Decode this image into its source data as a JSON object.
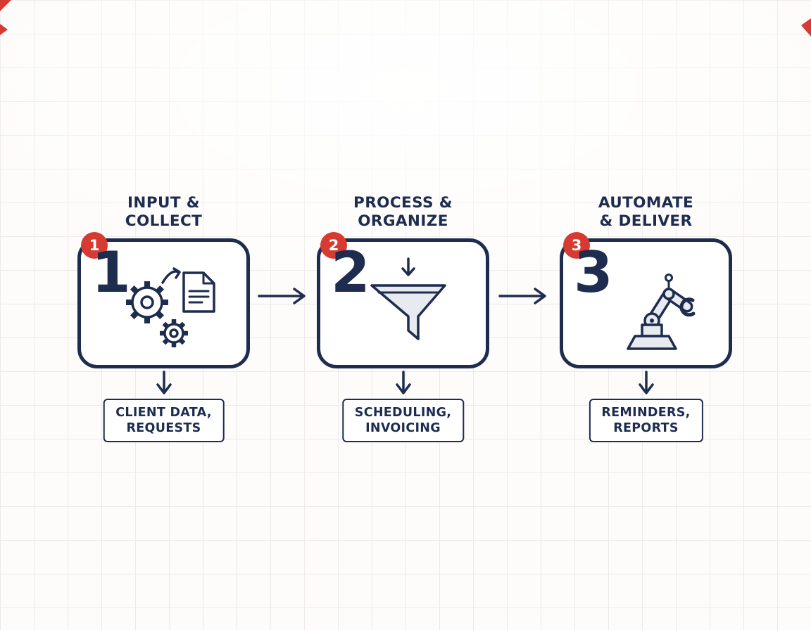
{
  "colors": {
    "navy": "#1d2c4f",
    "red": "#d73a31",
    "gray": "#e7eaef",
    "grid": "#edeae7",
    "paper": "#fdfcfa"
  },
  "steps": [
    {
      "badge": "1",
      "numeral": "1",
      "title_line1": "INPUT &",
      "title_line2": "COLLECT",
      "icon": "gears-and-document-icon",
      "output_line1": "CLIENT DATA,",
      "output_line2": "REQUESTS"
    },
    {
      "badge": "2",
      "numeral": "2",
      "title_line1": "PROCESS &",
      "title_line2": "ORGANIZE",
      "icon": "funnel-icon",
      "output_line1": "SCHEDULING,",
      "output_line2": "INVOICING"
    },
    {
      "badge": "3",
      "numeral": "3",
      "title_line1": "AUTOMATE",
      "title_line2": "& DELIVER",
      "icon": "robot-arm-icon",
      "output_line1": "REMINDERS,",
      "output_line2": "REPORTS"
    }
  ]
}
